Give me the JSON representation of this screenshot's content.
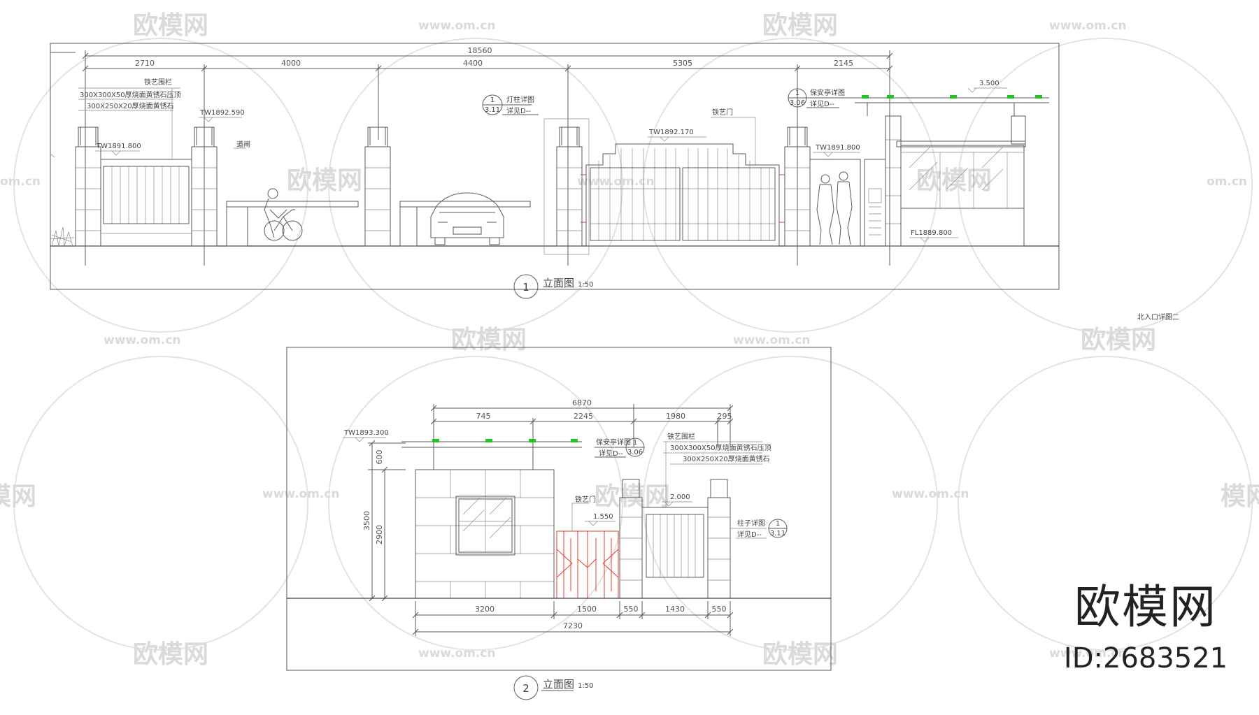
{
  "watermark": {
    "brand": "欧模网",
    "url": "www.om.cn",
    "url_partial": "om.cn",
    "brand_partial": "模网"
  },
  "corner_brand": {
    "name": "欧模网",
    "id": "ID:2683521"
  },
  "sheet_note": "北入口详图二",
  "elevation_1": {
    "title_number": "1",
    "title": "立面图",
    "scale": "1:50",
    "total_dimension": "18560",
    "segment_dimensions": [
      "2710",
      "4000",
      "4400",
      "5305",
      "2145"
    ],
    "notes": {
      "fence": "铁艺围栏",
      "stone_cap": "300X300X50厚烧面黄锈石压顶",
      "stone_clad": "300X250X20厚烧面黄锈石",
      "barrier": "道闸",
      "lamp_ref_num": "1",
      "lamp_ref_sheet": "3.11",
      "lamp_note": "灯柱详图",
      "lamp_detail": "详见D--",
      "iron_gate": "铁艺门",
      "guard_ref_num": "1",
      "guard_ref_sheet": "3.06",
      "guard_note": "保安亭详图",
      "guard_detail": "详见D--"
    },
    "elevations": {
      "level_roof": "3.500",
      "tw_left": "TW1891.800",
      "tw_pillar": "TW1892.590",
      "tw_gate": "TW1892.170",
      "tw_right": "TW1891.800",
      "fl_guard": "FL1889.800"
    }
  },
  "elevation_2": {
    "title_number": "2",
    "title": "立面图",
    "scale": "1:50",
    "top_total": "6870",
    "top_segments": [
      "745",
      "2245",
      "1980",
      "295"
    ],
    "bottom_segments": [
      "3200",
      "1500",
      "550",
      "1430",
      "550"
    ],
    "bottom_total": "7230",
    "vertical_dims": [
      "600",
      "3500",
      "2900"
    ],
    "elevations": {
      "tw_top": "TW1893.300",
      "door_level": "1.550",
      "pillar_level": "2.000"
    },
    "notes": {
      "guard_note": "保安亭详图",
      "guard_detail": "详见D--",
      "guard_ref_num": "1",
      "guard_ref_sheet": "3.06",
      "fence": "铁艺围栏",
      "stone_cap": "300X300X50厚烧面黄锈石压顶",
      "stone_clad": "300X250X20厚烧面黄锈石",
      "door": "铁艺门",
      "column_note": "柱子详图",
      "column_detail": "详见D--",
      "column_ref_num": "1",
      "column_ref_sheet": "3.11"
    }
  }
}
